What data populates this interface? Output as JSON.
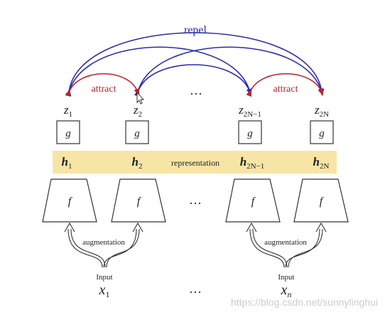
{
  "labels": {
    "repel": "repel",
    "attract_left": "attract",
    "attract_right": "attract",
    "representation": "representation",
    "augmentation_left": "augmentation",
    "augmentation_right": "augmentation",
    "input_left": "Input",
    "input_right": "Input",
    "ellipsis_top": "…",
    "ellipsis_mid": "…",
    "ellipsis_bottom": "…"
  },
  "columns": [
    {
      "z": "z",
      "z_sub": "1",
      "g": "g",
      "h": "h",
      "h_sub": "1",
      "f": "f"
    },
    {
      "z": "z",
      "z_sub": "2",
      "g": "g",
      "h": "h",
      "h_sub": "2",
      "f": "f"
    },
    {
      "z": "z",
      "z_sub": "2N−1",
      "g": "g",
      "h": "h",
      "h_sub": "2N−1",
      "f": "f"
    },
    {
      "z": "z",
      "z_sub": "2N",
      "g": "g",
      "h": "h",
      "h_sub": "2N",
      "f": "f"
    }
  ],
  "inputs": [
    {
      "x": "x",
      "x_sub": "1"
    },
    {
      "x": "x",
      "x_sub": "n"
    }
  ],
  "watermark": "https://blog.csdn.net/sunnylinghui",
  "colors": {
    "repel": "#2b2bb0",
    "attract": "#b8242a",
    "band": "#f7e5a6",
    "line": "#333333"
  }
}
